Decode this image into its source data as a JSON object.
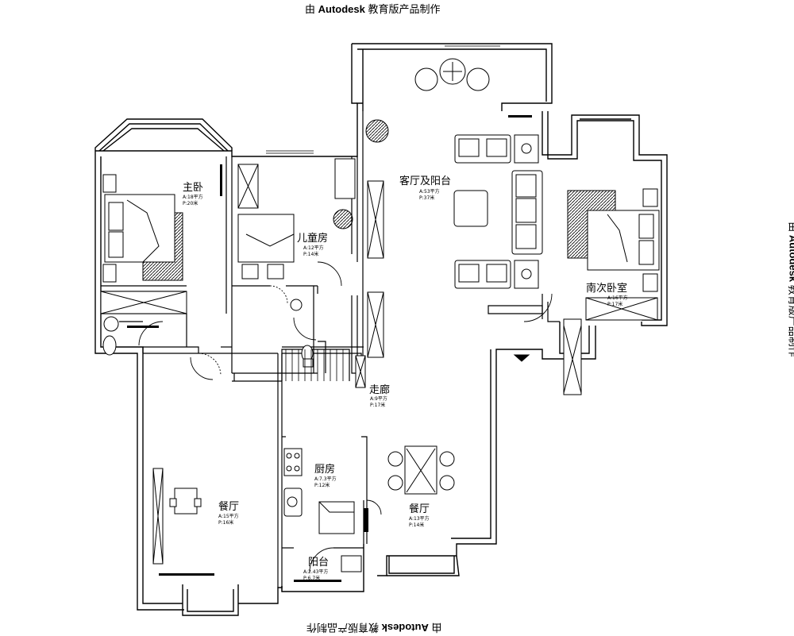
{
  "watermark": {
    "prefix": "由 ",
    "brand": "Autodesk",
    "suffix": " 教育版产品制作"
  },
  "rooms": [
    {
      "name": "主卧",
      "area": "A:18平方",
      "perimeter": "P:20米"
    },
    {
      "name": "儿童房",
      "area": "A:12平方",
      "perimeter": "P:14米"
    },
    {
      "name": "客厅及阳台",
      "area": "A:53平方",
      "perimeter": "P:37米"
    },
    {
      "name": "南次卧室",
      "area": "A:16平方",
      "perimeter": "P:17米"
    },
    {
      "name": "走廊",
      "area": "A:9平方",
      "perimeter": "P:17米"
    },
    {
      "name": "厨房",
      "area": "A:7.3平方",
      "perimeter": "P:12米"
    },
    {
      "name": "餐厅",
      "area": "A:15平方",
      "perimeter": "P:16米"
    },
    {
      "name": "餐厅",
      "area": "A:13平方",
      "perimeter": "P:14米"
    },
    {
      "name": "阳台",
      "area": "A:2.43平方",
      "perimeter": "P:6.7米"
    }
  ]
}
